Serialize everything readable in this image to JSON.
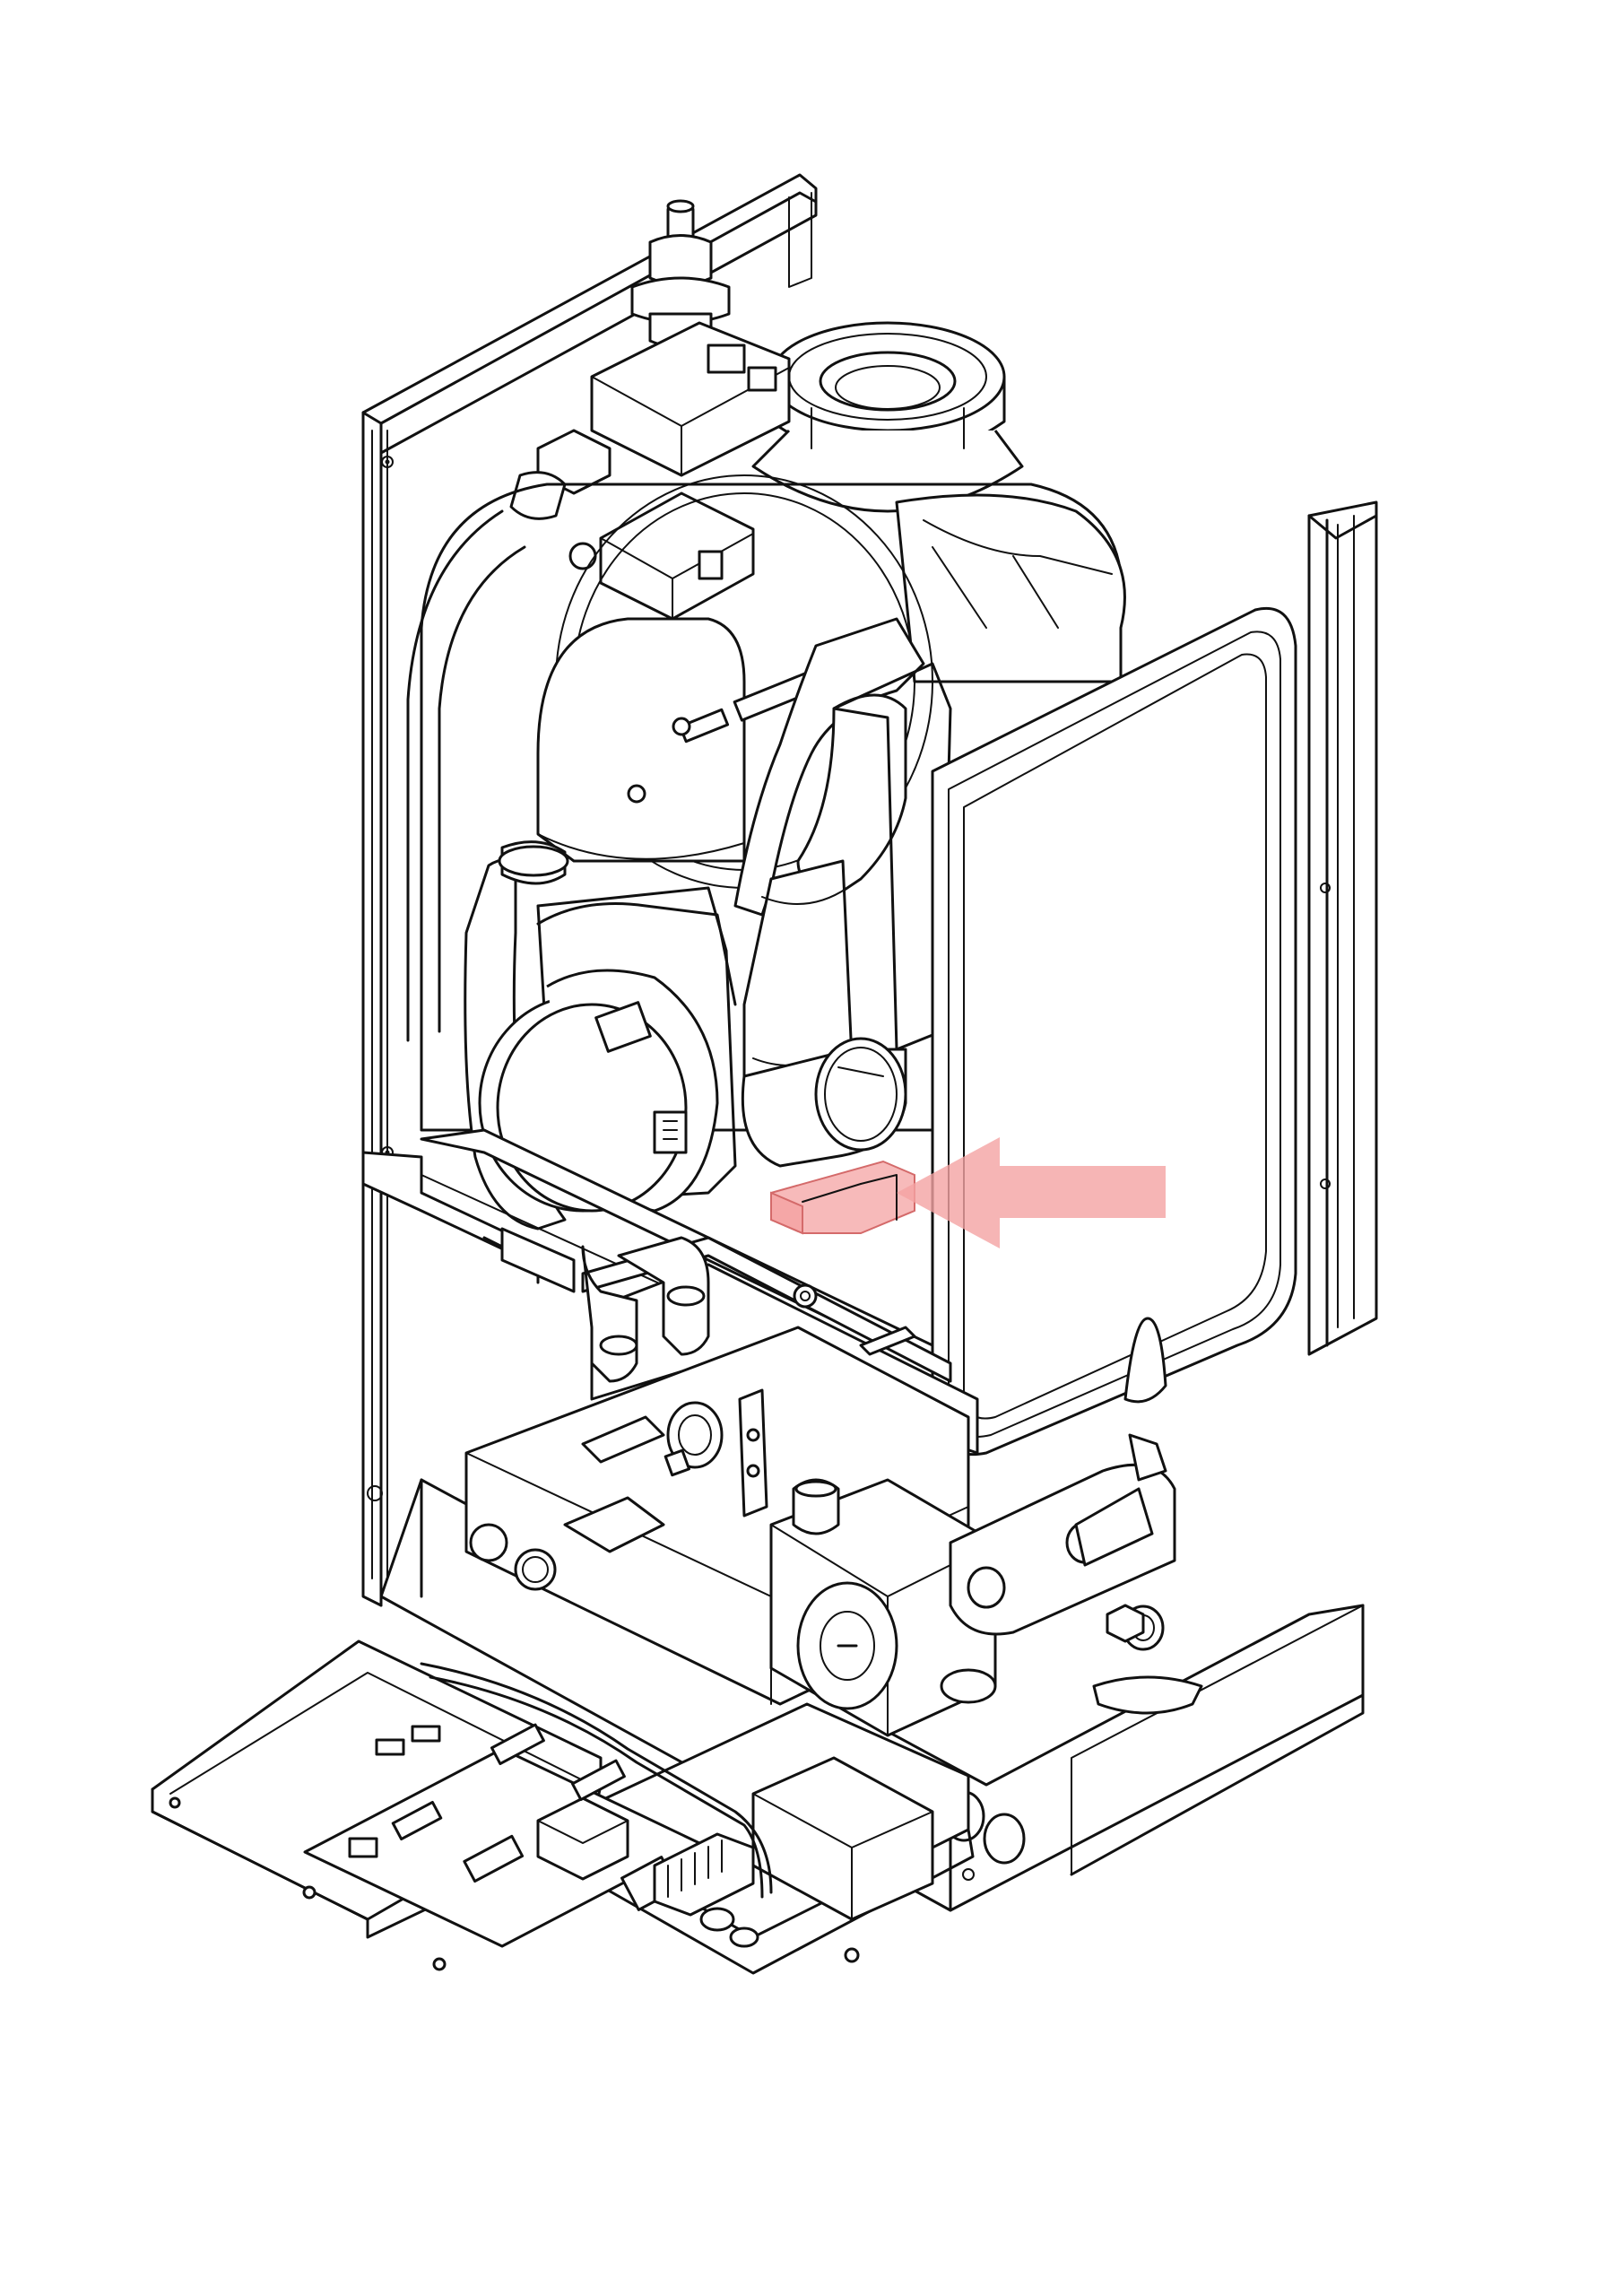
{
  "diagram": {
    "style": "isometric line drawing, black on white",
    "components": [
      "boiler-casing",
      "automatic-air-vent",
      "flue-outlet",
      "gas-valve",
      "ignition-unit",
      "heat-exchanger",
      "expansion-vessel",
      "fan",
      "flow-pipe",
      "condensate-trap",
      "pump",
      "hydraulic-block",
      "control-panel",
      "pcb",
      "terminal-block"
    ],
    "highlight": {
      "target": "condensate-trap",
      "color": "#f4a3a3",
      "arrow_direction": "left"
    }
  }
}
